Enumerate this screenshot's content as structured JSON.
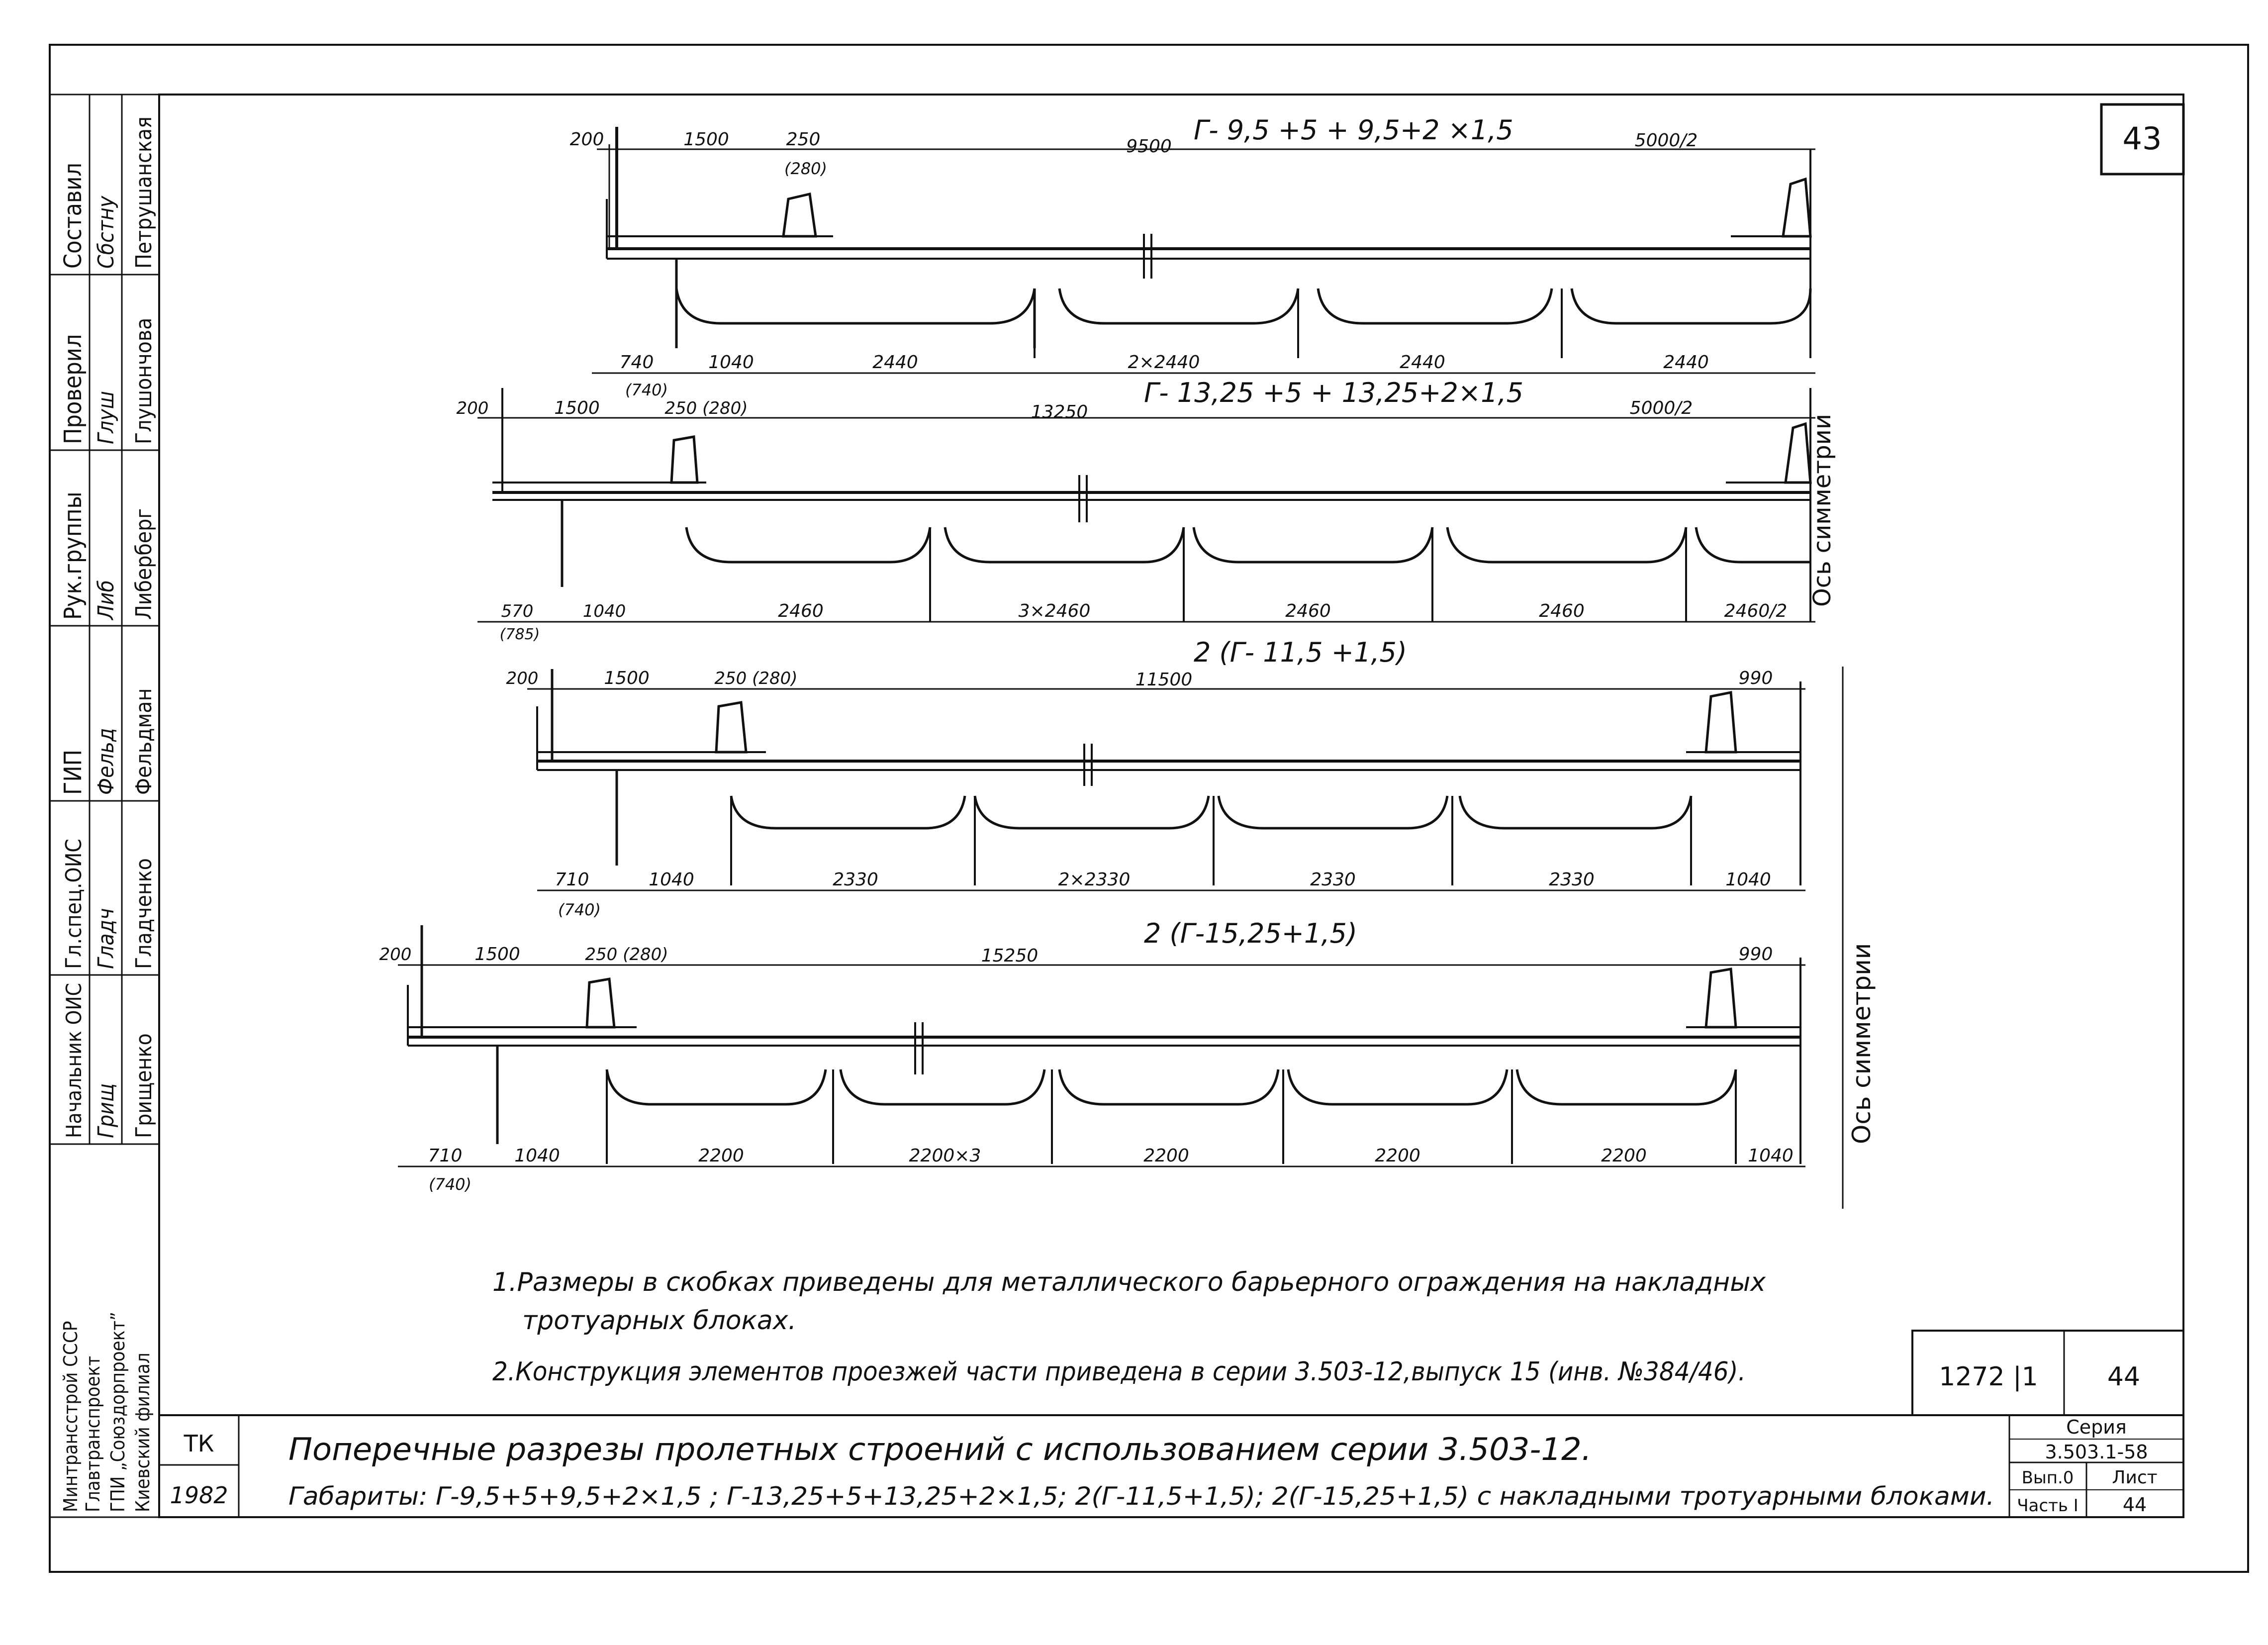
{
  "sheet_number": "43",
  "side_stamp": {
    "rows": [
      {
        "role": "Составил",
        "signature": "Сбстну",
        "name": "Петрушанская"
      },
      {
        "role": "Проверил",
        "signature": "Глуш",
        "name": "Глушончова"
      },
      {
        "role": "Рук.группы",
        "signature": "Либ",
        "name": "Либерберг"
      },
      {
        "role": "ГИП",
        "signature": "Фельд",
        "name": "Фельдман"
      },
      {
        "role": "Гл.спец.ОИС",
        "signature": "Гладч",
        "name": "Гладченко"
      },
      {
        "role": "Начальник ОИС",
        "signature": "Грищ",
        "name": "Грищенко"
      }
    ],
    "org_lines": [
      "Минтрансстрой СССР",
      "Главтранспроект",
      "ГПИ „Союздорпроект”",
      "Киевский филиал"
    ]
  },
  "bottom_left": {
    "code": "ТК",
    "year": "1982"
  },
  "title_lines": [
    "Поперечные разрезы пролетных строений с использованием серии 3.503-12.",
    "Габариты: Г-9,5+5+9,5+2×1,5 ; Г-13,25+5+13,25+2×1,5; 2(Г-11,5+1,5); 2(Г-15,25+1,5) с накладными тротуарными блоками."
  ],
  "notes": [
    "1.Размеры в скобках приведены для металлического барьерного ограждения на накладных",
    "тротуарных блоках.",
    "2.Конструкция элементов проезжей части приведена в серии 3.503-12,выпуск 15 (инв. №384/46)."
  ],
  "ref_box": {
    "doc": "1272 |1",
    "sheet": "44"
  },
  "series_box": {
    "label": "Серия",
    "value": "3.503.1-58",
    "issue_label": "Вып.0",
    "part_label": "Часть I",
    "list_label": "Лист",
    "list_value": "44"
  },
  "sections": [
    {
      "title": "Г- 9,5 +5 + 9,5+2 ×1,5",
      "top_dims": [
        "200",
        "1500",
        "250",
        "(280)",
        "9500",
        "5000/2"
      ],
      "bottom_dims": [
        "740",
        "(740)",
        "1040",
        "2440",
        "2×2440",
        "2440",
        "2440"
      ],
      "axis_label": "Ось симметрии"
    },
    {
      "title": "Г- 13,25 +5 + 13,25+2×1,5",
      "top_dims": [
        "200",
        "1500",
        "250 (280)",
        "13250",
        "5000/2"
      ],
      "bottom_dims": [
        "570",
        "(785)",
        "1040",
        "2460",
        "3×2460",
        "2460",
        "2460",
        "2460/2"
      ]
    },
    {
      "title": "2 (Г- 11,5 +1,5)",
      "top_dims": [
        "200",
        "1500",
        "250 (280)",
        "11500",
        "990"
      ],
      "bottom_dims": [
        "710",
        "(740)",
        "1040",
        "2330",
        "2×2330",
        "2330",
        "2330",
        "1040"
      ]
    },
    {
      "title": "2 (Г-15,25+1,5)",
      "top_dims": [
        "200",
        "1500",
        "250 (280)",
        "15250",
        "990"
      ],
      "bottom_dims": [
        "710",
        "(740)",
        "1040",
        "2200",
        "2200×3",
        "2200",
        "2200",
        "2200",
        "1040"
      ],
      "axis_label": "Ось симметрии"
    }
  ]
}
